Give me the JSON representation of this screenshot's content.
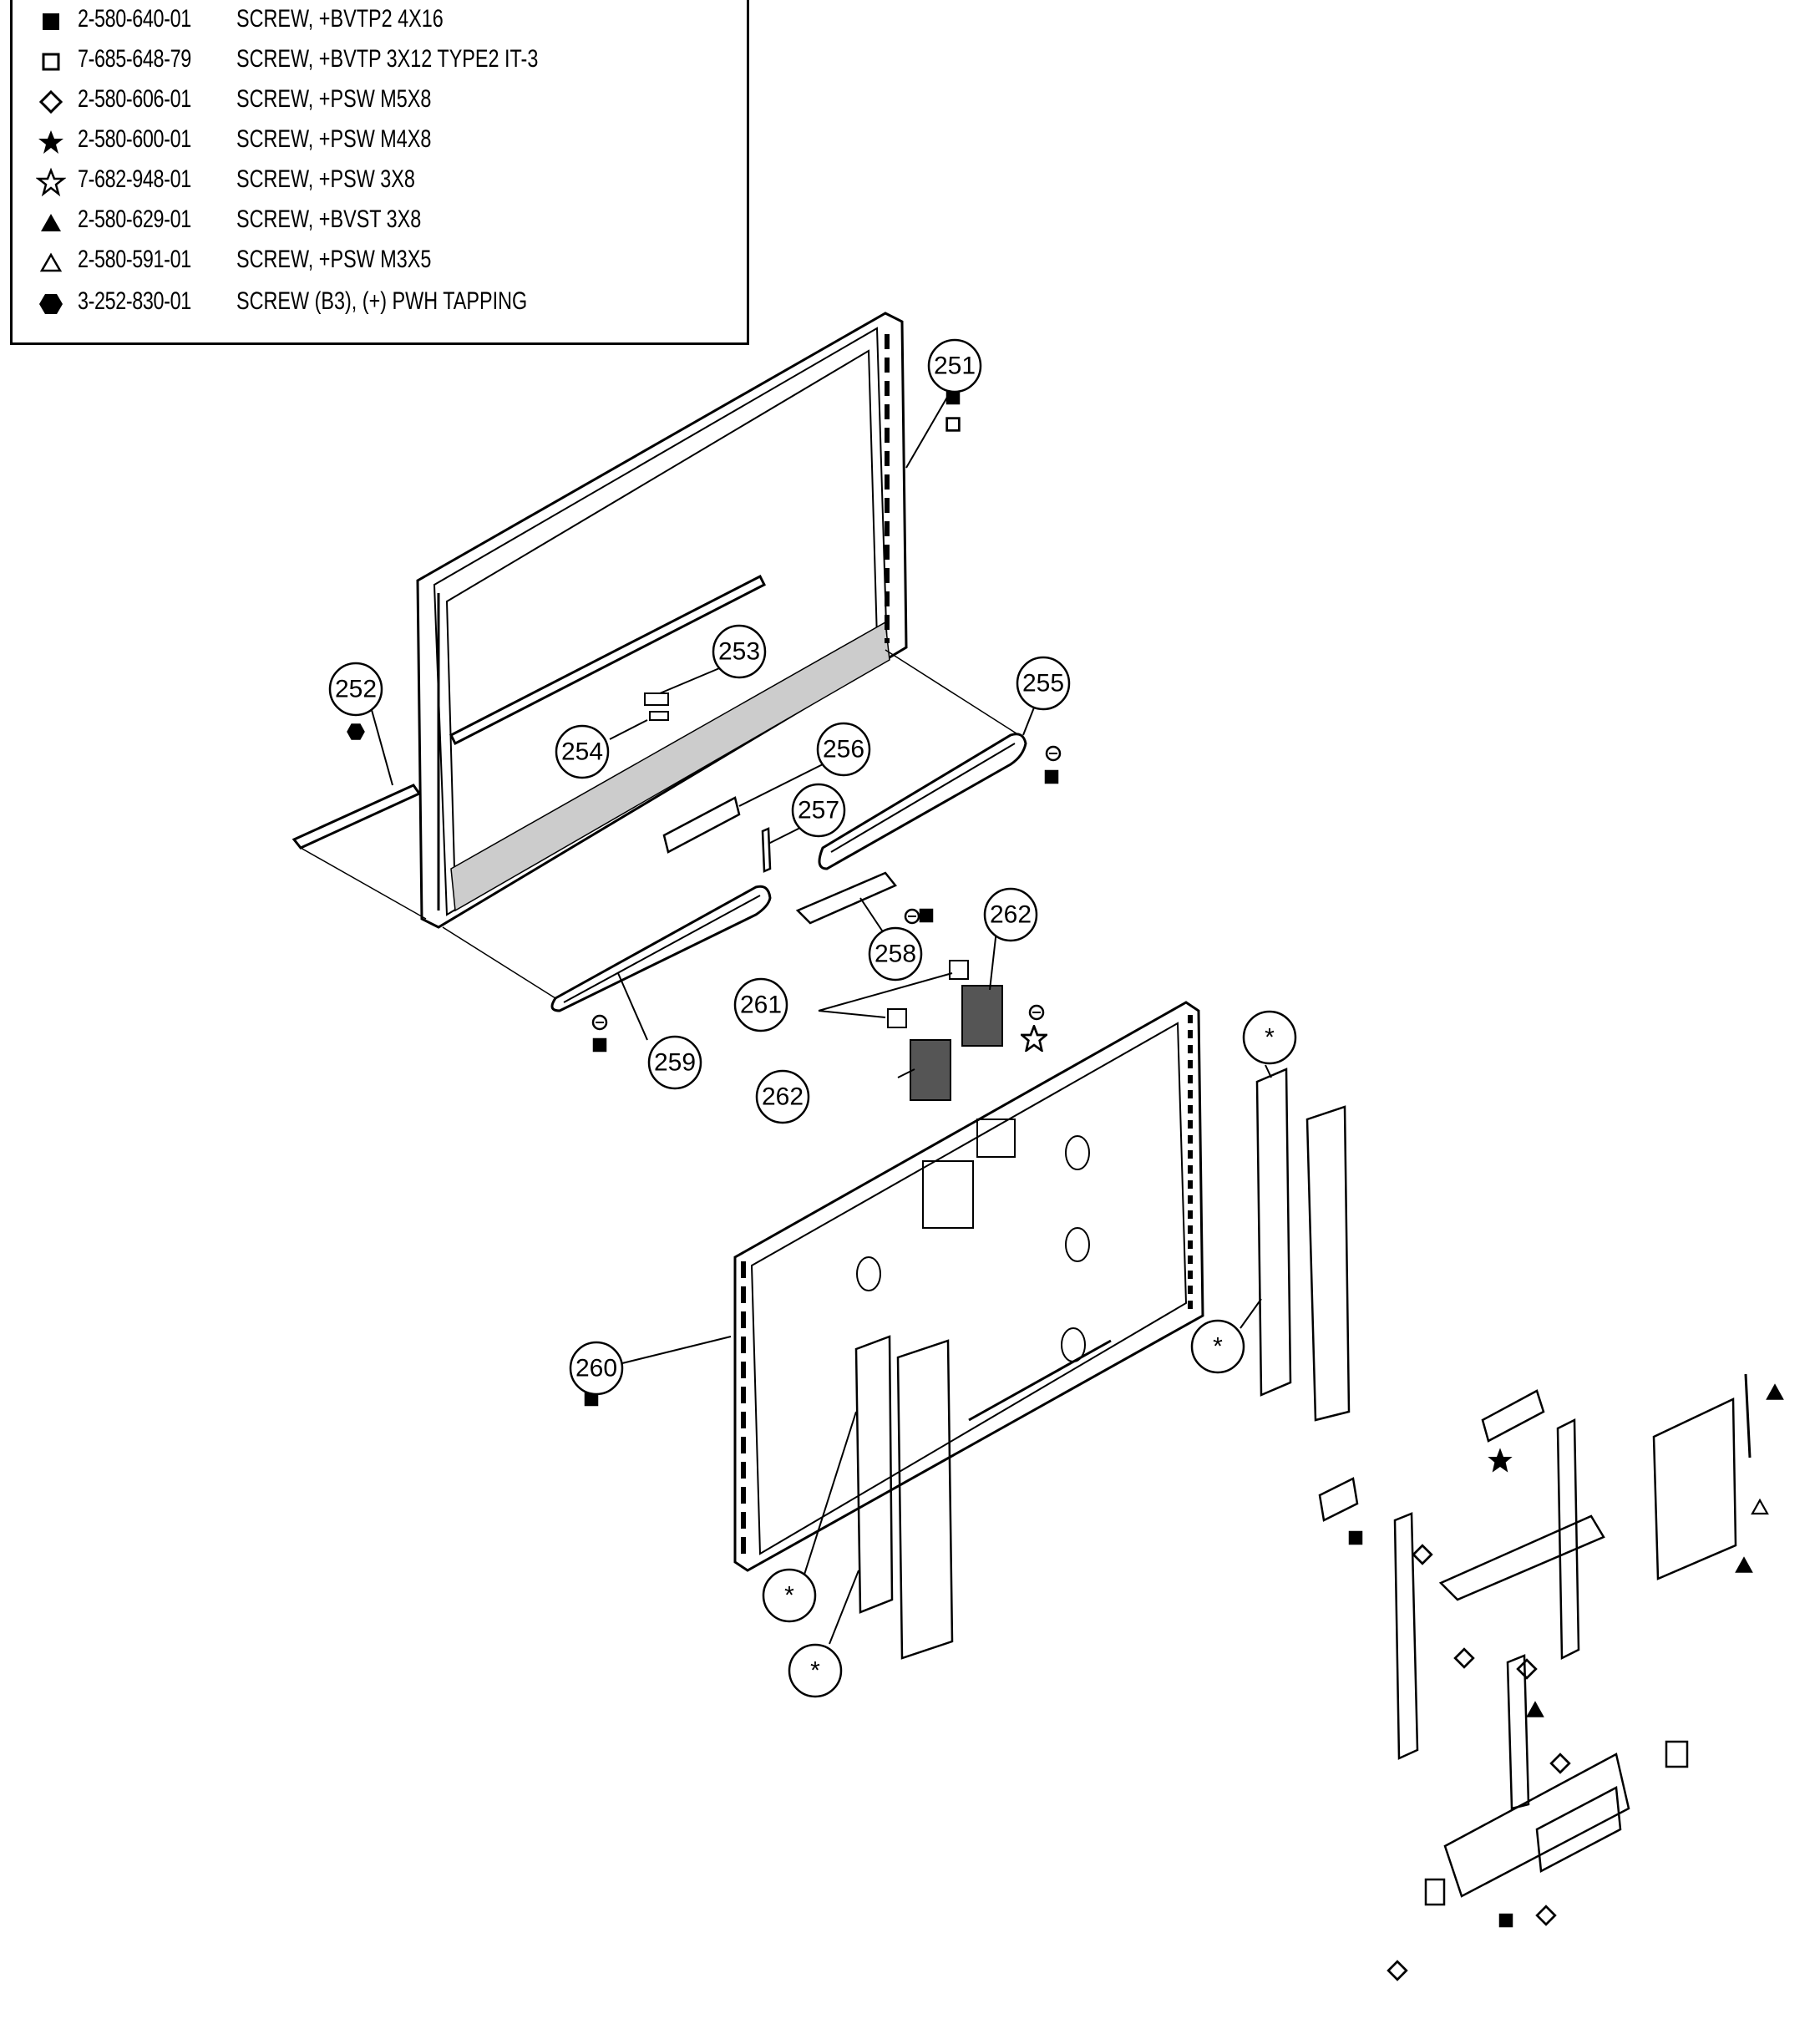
{
  "legend": {
    "rows": [
      {
        "symbol": "filled-square",
        "code": "2-580-640-01",
        "description": "SCREW, +BVTP2 4X16"
      },
      {
        "symbol": "open-square",
        "code": "7-685-648-79",
        "description": "SCREW, +BVTP 3X12 TYPE2 IT-3"
      },
      {
        "symbol": "open-diamond",
        "code": "2-580-606-01",
        "description": "SCREW, +PSW M5X8"
      },
      {
        "symbol": "filled-star",
        "code": "2-580-600-01",
        "description": "SCREW, +PSW M4X8"
      },
      {
        "symbol": "open-star",
        "code": "7-682-948-01",
        "description": "SCREW, +PSW 3X8"
      },
      {
        "symbol": "filled-triangle",
        "code": "2-580-629-01",
        "description": "SCREW, +BVST 3X8"
      },
      {
        "symbol": "open-triangle",
        "code": "2-580-591-01",
        "description": "SCREW, +PSW M3X5"
      },
      {
        "symbol": "filled-hexagon",
        "code": "3-252-830-01",
        "description": "SCREW (B3), (+) PWH TAPPING"
      }
    ]
  },
  "callouts": {
    "c251": "251",
    "c252": "252",
    "c253": "253",
    "c254": "254",
    "c255": "255",
    "c256": "256",
    "c257": "257",
    "c258": "258",
    "c259": "259",
    "c260": "260",
    "c261": "261",
    "c262a": "262",
    "c262b": "262",
    "star": "*"
  }
}
